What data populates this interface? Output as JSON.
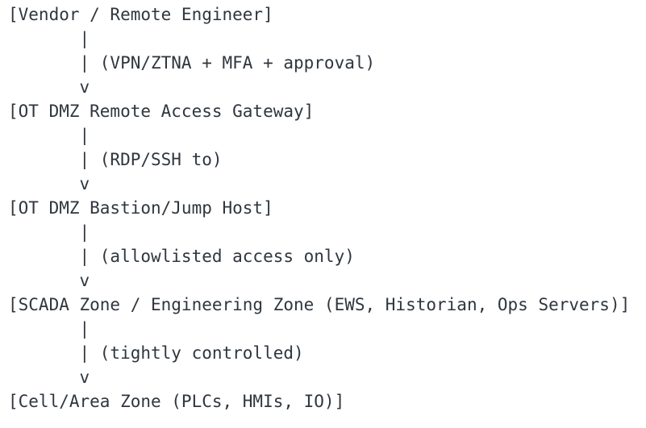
{
  "colors": {
    "background": "#ffffff",
    "text": "#2f363e"
  },
  "diagram": {
    "type": "ascii-flow",
    "lines": [
      "[Vendor / Remote Engineer]",
      "       |",
      "       | (VPN/ZTNA + MFA + approval)",
      "       v",
      "[OT DMZ Remote Access Gateway]",
      "       |",
      "       | (RDP/SSH to)",
      "       v",
      "[OT DMZ Bastion/Jump Host]",
      "       |",
      "       | (allowlisted access only)",
      "       v",
      "[SCADA Zone / Engineering Zone (EWS, Historian, Ops Servers)]",
      "       |",
      "       | (tightly controlled)",
      "       v",
      "[Cell/Area Zone (PLCs, HMIs, IO)]"
    ],
    "nodes": [
      "Vendor / Remote Engineer",
      "OT DMZ Remote Access Gateway",
      "OT DMZ Bastion/Jump Host",
      "SCADA Zone / Engineering Zone (EWS, Historian, Ops Servers)",
      "Cell/Area Zone (PLCs, HMIs, IO)"
    ],
    "edge_labels": [
      "(VPN/ZTNA + MFA + approval)",
      "(RDP/SSH to)",
      "(allowlisted access only)",
      "(tightly controlled)"
    ]
  }
}
